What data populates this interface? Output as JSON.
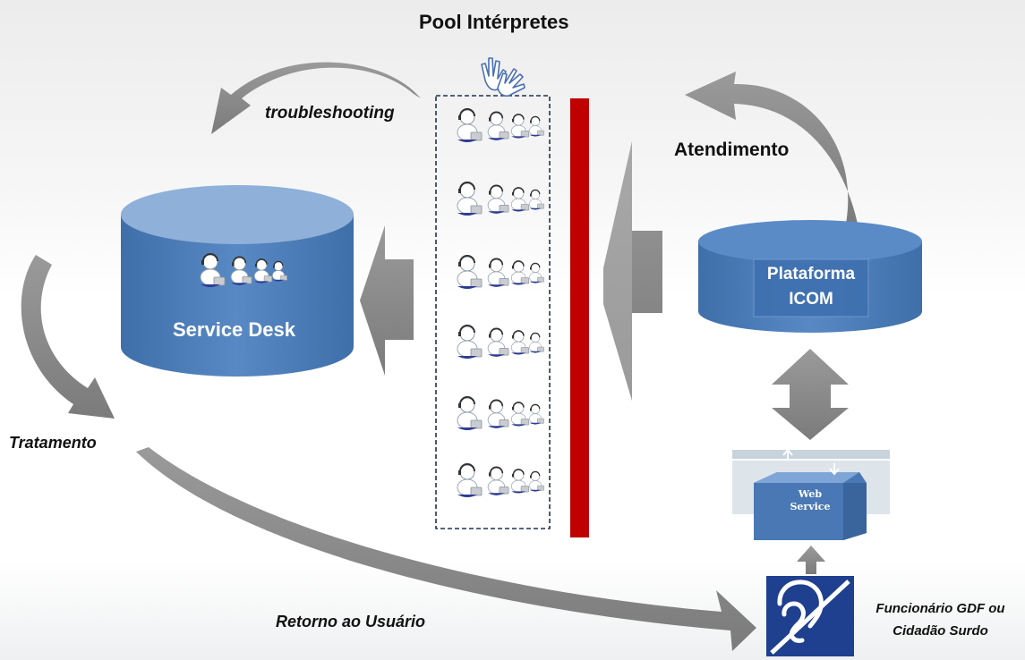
{
  "diagram": {
    "pool_title": "Pool Intérpretes",
    "troubleshooting_label": "troubleshooting",
    "atendimento_label": "Atendimento",
    "service_desk_label": "Service Desk",
    "platform_label_line1": "Plataforma",
    "platform_label_line2": "ICOM",
    "tratamento_label": "Tratamento",
    "retorno_label": "Retorno ao Usuário",
    "web_service_line1": "Web",
    "web_service_line2": "Service",
    "user_label_line1": "Funcionário GDF ou",
    "user_label_line2": "Cidadão Surdo"
  },
  "colors": {
    "cylinder_blue": "#4f81bd",
    "cylinder_top": "#8fb0d8",
    "arrow_gray": "#8c8c8c",
    "barrier_red": "#c00000",
    "deaf_icon_blue": "#1f3f8f"
  },
  "icons": [
    "sign-language-hands-icon",
    "agent-group-icon",
    "hearing-impaired-icon",
    "web-service-icon"
  ]
}
